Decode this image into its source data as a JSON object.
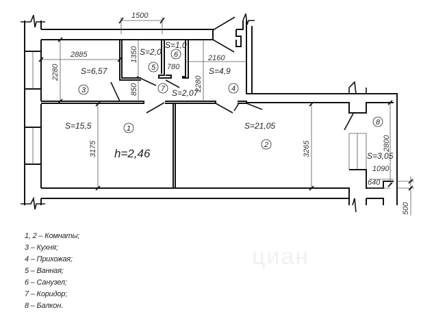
{
  "plan": {
    "ceiling_height": "h=2,46",
    "rooms": [
      {
        "number": "1",
        "area": "S=15,5"
      },
      {
        "number": "2",
        "area": "S=21,05"
      },
      {
        "number": "3",
        "area": "S=6,57"
      },
      {
        "number": "4",
        "area": "S=4,9"
      },
      {
        "number": "5",
        "area": "S=2,0"
      },
      {
        "number": "6",
        "area": "S=1,0"
      },
      {
        "number": "7",
        "area": "S=2,07"
      },
      {
        "number": "8",
        "area": "S=3,05"
      }
    ],
    "dimensions": {
      "d1500": "1500",
      "d2885": "2885",
      "d2280a": "2280",
      "d1350": "1350",
      "d850": "850",
      "d780": "780",
      "d2280b": "2280",
      "d2160": "2160",
      "d3175": "3175",
      "d3265": "3265",
      "d2800": "2800",
      "d1090": "1090",
      "d640": "640",
      "d500": "500"
    }
  },
  "legend": [
    "1, 2 – Комнаты;",
    "3 – Кухня;",
    "4 – Прихожая;",
    "5 – Ванная;",
    "6 – Санузел;",
    "7 – Коридор;",
    "8 – Балкон."
  ],
  "watermark": "циан"
}
